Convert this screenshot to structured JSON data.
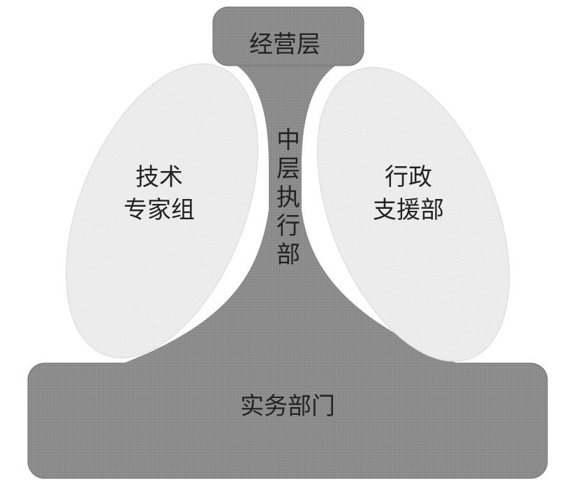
{
  "diagram": {
    "top": {
      "label": "经营层"
    },
    "middle": {
      "lines": [
        "中",
        "层",
        "执",
        "行",
        "部"
      ]
    },
    "left": {
      "lines": [
        "技术",
        "专家组"
      ]
    },
    "right": {
      "lines": [
        "行政",
        "支援部"
      ]
    },
    "bottom": {
      "label": "实务部门"
    }
  },
  "colors": {
    "dark_fill": "#8c8c8c",
    "dark_stroke": "#6e6e6e",
    "light_fill": "#ececec",
    "light_stroke": "#d8d8d8",
    "text": "#222222"
  }
}
